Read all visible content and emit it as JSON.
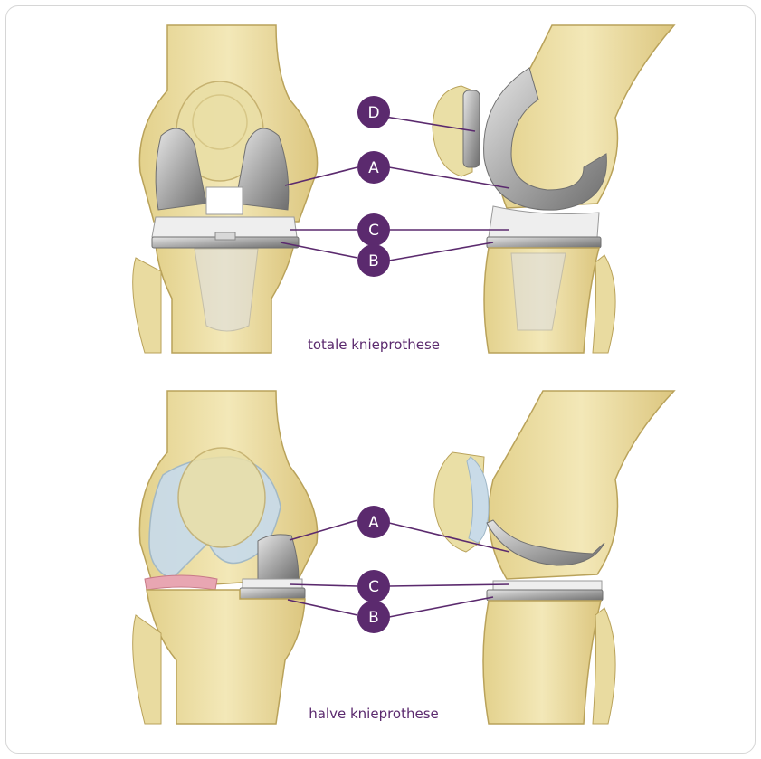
{
  "labels": {
    "a": "A",
    "b": "B",
    "c": "C",
    "d": "D"
  },
  "captions": {
    "total": "totale knieprothese",
    "partial": "halve knieprothese"
  },
  "colors": {
    "bone": "#efe2a8",
    "bone_shadow": "#d9c77e",
    "bone_outline": "#b9a25a",
    "metal": "#c9c9c9",
    "metal_dark": "#8d8d8d",
    "plastic": "#f0f0f0",
    "cartilage": "#c9dbe8",
    "meniscus": "#e8a6b2",
    "accent": "#5b2a6e"
  }
}
